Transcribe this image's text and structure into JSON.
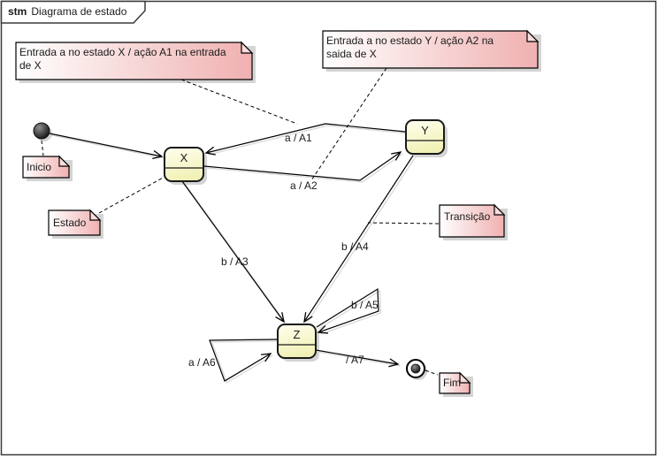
{
  "frame": {
    "keyword": "stm",
    "title": "Diagrama de estado"
  },
  "notes": {
    "entry_x": {
      "line1": "Entrada a no estado X / ação A1 na entrada",
      "line2": "de X"
    },
    "entry_y": {
      "line1": "Entrada a no estado Y / ação A2 na",
      "line2": "saida de X"
    },
    "inicio": {
      "label": "Inicio"
    },
    "estado": {
      "label": "Estado"
    },
    "transicao": {
      "label": "Transição"
    },
    "fim": {
      "label": "Fim"
    }
  },
  "states": {
    "x": "X",
    "y": "Y",
    "z": "Z"
  },
  "transitions": {
    "a_a1": "a / A1",
    "a_a2": "a / A2",
    "b_a3": "b / A3",
    "b_a4": "b / A4",
    "b_a5": "b / A5",
    "a_a6": "a / A6",
    "a7": "/ A7"
  },
  "colors": {
    "note_fill_right": "#f2b2b2",
    "state_fill": "#fdfdd6",
    "shadow": "#c6c6c6",
    "line": "#000000"
  }
}
